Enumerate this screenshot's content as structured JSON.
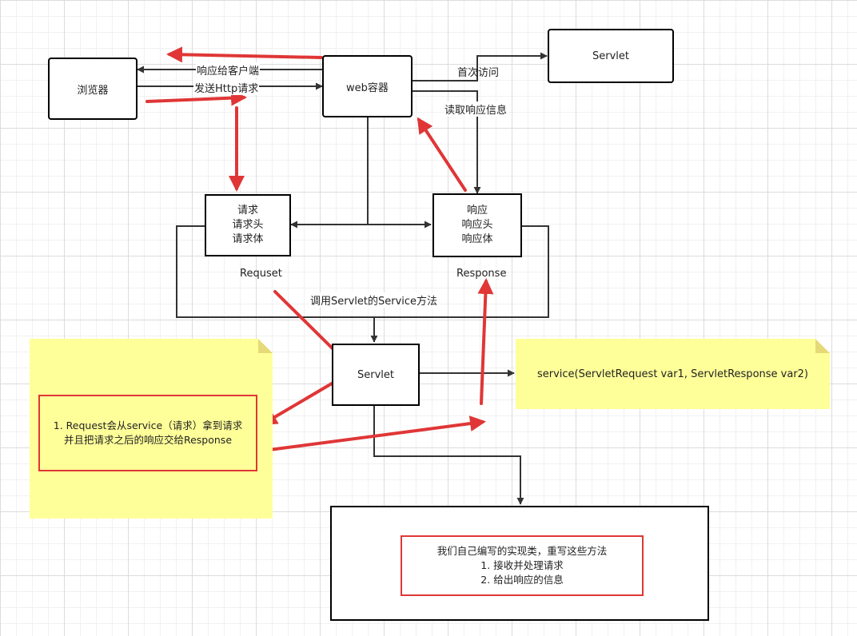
{
  "boxes": {
    "browser": "浏览器",
    "web_container": "web容器",
    "servlet_top": "Servlet",
    "request_lines": [
      "请求",
      "请求头",
      "请求体"
    ],
    "response_lines": [
      "响应",
      "响应头",
      "响应体"
    ],
    "servlet_middle": "Servlet",
    "impl_lines": [
      "我们自己编写的实现类，重写这些方法",
      "1. 接收并处理请求",
      "2. 给出响应的信息"
    ]
  },
  "captions": {
    "request": "Requset",
    "response": "Response"
  },
  "edge_labels": {
    "respond_to_client": "响应给客户端",
    "send_http_request": "发送Http请求",
    "first_visit": "首次访问",
    "read_response_info": "读取响应信息",
    "call_service": "调用Servlet的Service方法"
  },
  "notes": {
    "request_note_lines": [
      "1. Request会从service（请求）拿到请求",
      "并且把请求之后的响应交给Response"
    ],
    "service_signature": "service(ServletRequest var1, ServletResponse var2)"
  },
  "colors": {
    "note_fill": "#ffff99",
    "annotation_red": "#e03636",
    "line": "#333333",
    "grid": "#dcdcdc"
  }
}
